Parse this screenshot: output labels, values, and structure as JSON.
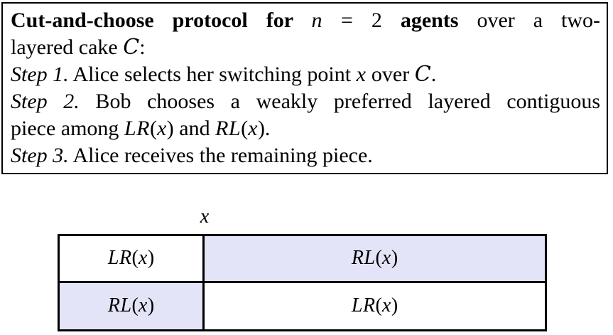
{
  "colors": {
    "shaded_cell": "#e4e4f8",
    "border": "#000000",
    "background": "#ffffff",
    "text": "#000000"
  },
  "protocol_box": {
    "lines": [
      {
        "justify": true,
        "segments": [
          {
            "t": "Cut-and-choose protocol for ",
            "s": "bold"
          },
          {
            "t": "n",
            "s": "mathit"
          },
          {
            "t": " = 2 ",
            "s": "roman"
          },
          {
            "t": "agents",
            "s": "bold"
          },
          {
            "t": " over a two-",
            "s": "roman"
          }
        ]
      },
      {
        "justify": false,
        "segments": [
          {
            "t": "layered cake ",
            "s": "roman"
          },
          {
            "t": "C",
            "s": "cal"
          },
          {
            "t": ":",
            "s": "roman"
          }
        ]
      },
      {
        "justify": false,
        "segments": [
          {
            "t": "Step 1.",
            "s": "italic"
          },
          {
            "t": " Alice selects her switching point ",
            "s": "roman"
          },
          {
            "t": "x",
            "s": "mathit"
          },
          {
            "t": " over ",
            "s": "roman"
          },
          {
            "t": "C",
            "s": "cal"
          },
          {
            "t": ".",
            "s": "roman"
          }
        ]
      },
      {
        "justify": true,
        "segments": [
          {
            "t": "Step 2.",
            "s": "italic"
          },
          {
            "t": " Bob chooses a weakly preferred layered contiguous",
            "s": "roman"
          }
        ]
      },
      {
        "justify": false,
        "segments": [
          {
            "t": "piece among ",
            "s": "roman"
          },
          {
            "t": "LR",
            "s": "mathit"
          },
          {
            "t": "(",
            "s": "roman"
          },
          {
            "t": "x",
            "s": "mathit"
          },
          {
            "t": ") and ",
            "s": "roman"
          },
          {
            "t": "RL",
            "s": "mathit"
          },
          {
            "t": "(",
            "s": "roman"
          },
          {
            "t": "x",
            "s": "mathit"
          },
          {
            "t": ").",
            "s": "roman"
          }
        ]
      },
      {
        "justify": false,
        "segments": [
          {
            "t": "Step 3.",
            "s": "italic"
          },
          {
            "t": " Alice receives the remaining piece.",
            "s": "roman"
          }
        ]
      }
    ]
  },
  "diagram": {
    "cut_label": "x",
    "cells": [
      {
        "row": 0,
        "col": 0,
        "label": "LR(x)",
        "shaded": false
      },
      {
        "row": 0,
        "col": 1,
        "label": "RL(x)",
        "shaded": true
      },
      {
        "row": 1,
        "col": 0,
        "label": "RL(x)",
        "shaded": true
      },
      {
        "row": 1,
        "col": 1,
        "label": "LR(x)",
        "shaded": false
      }
    ]
  }
}
